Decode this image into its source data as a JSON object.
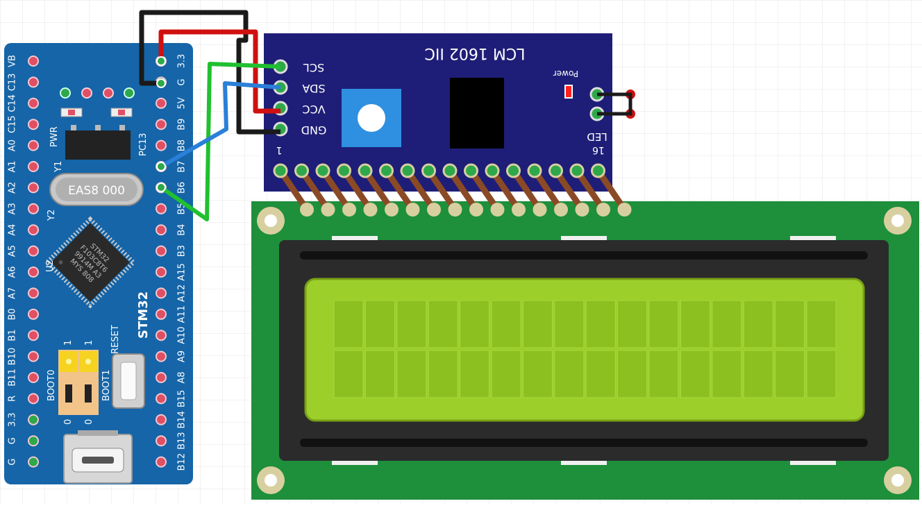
{
  "colors": {
    "grid": "#e8e8e8",
    "stm32_board": "#1565a8",
    "pin_red": "#e05064",
    "pin_green": "#2ea84a",
    "i2c_board": "#1e1e78",
    "lcd_pcb": "#1e8f3a",
    "lcd_bezel": "#2b2b2b",
    "lcd_glass": "#9ccf2a",
    "lcd_cell": "#8cc020",
    "wire_black": "#1a1a1a",
    "wire_red": "#d01010",
    "wire_green": "#20c030",
    "wire_blue": "#2a7fd8",
    "header_wire": "#8b4a26"
  },
  "stm32": {
    "left_pins": [
      "VB",
      "C13",
      "C14",
      "C15",
      "A0",
      "A1",
      "A2",
      "A3",
      "A4",
      "A5",
      "A6",
      "A7",
      "B0",
      "B1",
      "B10",
      "B11",
      "R",
      "3.3",
      "G",
      "G"
    ],
    "right_pins": [
      "3.3",
      "G",
      "5V",
      "B9",
      "B8",
      "B7",
      "B6",
      "B5",
      "B4",
      "B3",
      "A15",
      "A12",
      "A11",
      "A10",
      "A9",
      "A8",
      "B15",
      "B14",
      "B13",
      "B12"
    ],
    "label_pwr": "PWR",
    "label_pc13": "PC13",
    "label_y1": "Y1",
    "label_y2": "Y2",
    "label_u2": "U2",
    "crystal_text": "EAS8 000",
    "chip_line1": "STM32",
    "chip_line2": "F103C8T6",
    "chip_line3": "9914M A3",
    "chip_line4": "MYS 808",
    "board_name": "STM32",
    "label_reset": "RESET",
    "label_boot0": "BOOT0",
    "label_boot1": "BOOT1",
    "jumper_one_left": "1",
    "jumper_one_right": "1",
    "jumper_zero_left": "0",
    "jumper_zero_right": "0"
  },
  "i2c_module": {
    "title": "LCM 1602 IIC",
    "power_label": "Power",
    "pins": [
      "SCL",
      "SDA",
      "VCC",
      "GND"
    ],
    "led_label": "LED",
    "pin_first": "1",
    "pin_last": "16"
  }
}
